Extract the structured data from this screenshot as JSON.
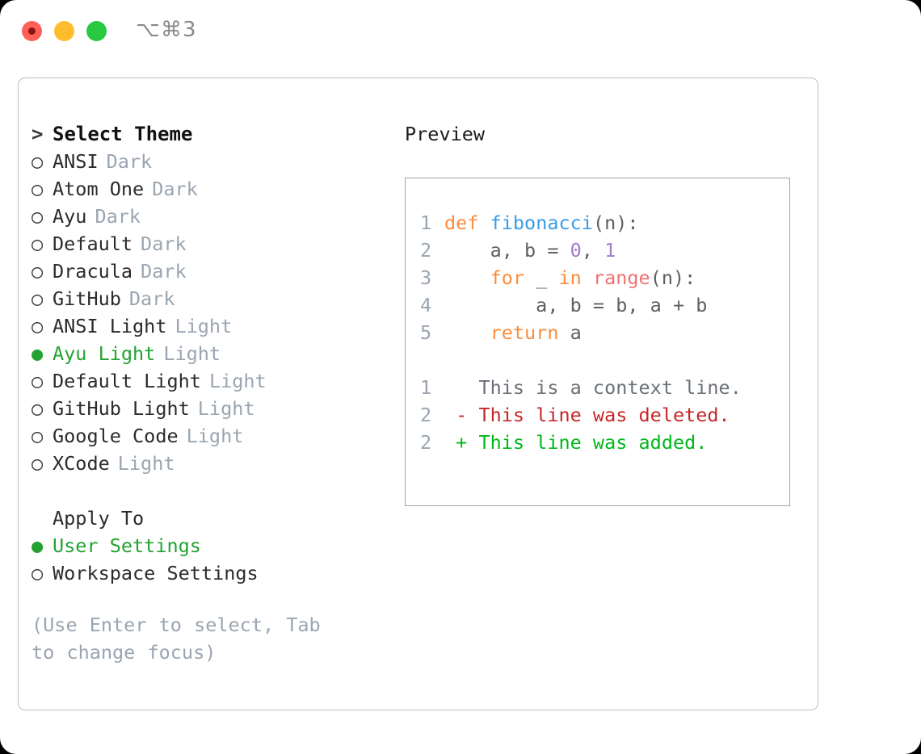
{
  "titlebar": {
    "shortcut": "⌥⌘3",
    "lights": [
      "close-red",
      "minimize-yellow",
      "maximize-green"
    ]
  },
  "theme_selector": {
    "header_marker": ">",
    "header": "Select Theme",
    "marker_off": "○",
    "marker_on": "●",
    "items": [
      {
        "label": "ANSI",
        "variant": "Dark",
        "selected": false
      },
      {
        "label": "Atom One",
        "variant": "Dark",
        "selected": false
      },
      {
        "label": "Ayu",
        "variant": "Dark",
        "selected": false
      },
      {
        "label": "Default",
        "variant": "Dark",
        "selected": false
      },
      {
        "label": "Dracula",
        "variant": "Dark",
        "selected": false
      },
      {
        "label": "GitHub",
        "variant": "Dark",
        "selected": false
      },
      {
        "label": "ANSI Light",
        "variant": "Light",
        "selected": false
      },
      {
        "label": "Ayu Light",
        "variant": "Light",
        "selected": true
      },
      {
        "label": "Default Light",
        "variant": "Light",
        "selected": false
      },
      {
        "label": "GitHub Light",
        "variant": "Light",
        "selected": false
      },
      {
        "label": "Google Code",
        "variant": "Light",
        "selected": false
      },
      {
        "label": "XCode",
        "variant": "Light",
        "selected": false
      }
    ]
  },
  "apply_to": {
    "header": "Apply To",
    "items": [
      {
        "label": "User Settings",
        "selected": true
      },
      {
        "label": "Workspace Settings",
        "selected": false
      }
    ]
  },
  "hint": "(Use Enter to select, Tab to change focus)",
  "preview": {
    "title": "Preview",
    "code_lines": [
      {
        "no": "1",
        "tokens": [
          {
            "t": "def",
            "c": "kw"
          },
          {
            "t": " ",
            "c": "pl"
          },
          {
            "t": "fibonacci",
            "c": "fn"
          },
          {
            "t": "(n):",
            "c": "pl"
          }
        ]
      },
      {
        "no": "2",
        "tokens": [
          {
            "t": "    a, b = ",
            "c": "pl"
          },
          {
            "t": "0",
            "c": "num"
          },
          {
            "t": ", ",
            "c": "pl"
          },
          {
            "t": "1",
            "c": "num"
          }
        ]
      },
      {
        "no": "3",
        "tokens": [
          {
            "t": "    ",
            "c": "pl"
          },
          {
            "t": "for",
            "c": "kw"
          },
          {
            "t": " _ ",
            "c": "pl"
          },
          {
            "t": "in",
            "c": "kw"
          },
          {
            "t": " ",
            "c": "pl"
          },
          {
            "t": "range",
            "c": "bi"
          },
          {
            "t": "(n):",
            "c": "pl"
          }
        ]
      },
      {
        "no": "4",
        "tokens": [
          {
            "t": "        a, b = b, a + b",
            "c": "pl"
          }
        ]
      },
      {
        "no": "5",
        "tokens": [
          {
            "t": "    ",
            "c": "pl"
          },
          {
            "t": "return",
            "c": "kw"
          },
          {
            "t": " a",
            "c": "pl"
          }
        ]
      }
    ],
    "diff_lines": [
      {
        "no": "1",
        "sign": " ",
        "text": "This is a context line.",
        "kind": "diff-ctx"
      },
      {
        "no": "2",
        "sign": "-",
        "text": "This line was deleted.",
        "kind": "diff-del"
      },
      {
        "no": "2",
        "sign": "+",
        "text": "This line was added.",
        "kind": "diff-add"
      }
    ]
  },
  "colors": {
    "accent_green": "#22a330",
    "muted": "#9aa5b1",
    "keyword": "#fa8d3e",
    "function": "#399ee6",
    "number": "#a37acc",
    "builtin": "#f07171",
    "diff_added": "#00b81a",
    "diff_deleted": "#c62828"
  }
}
